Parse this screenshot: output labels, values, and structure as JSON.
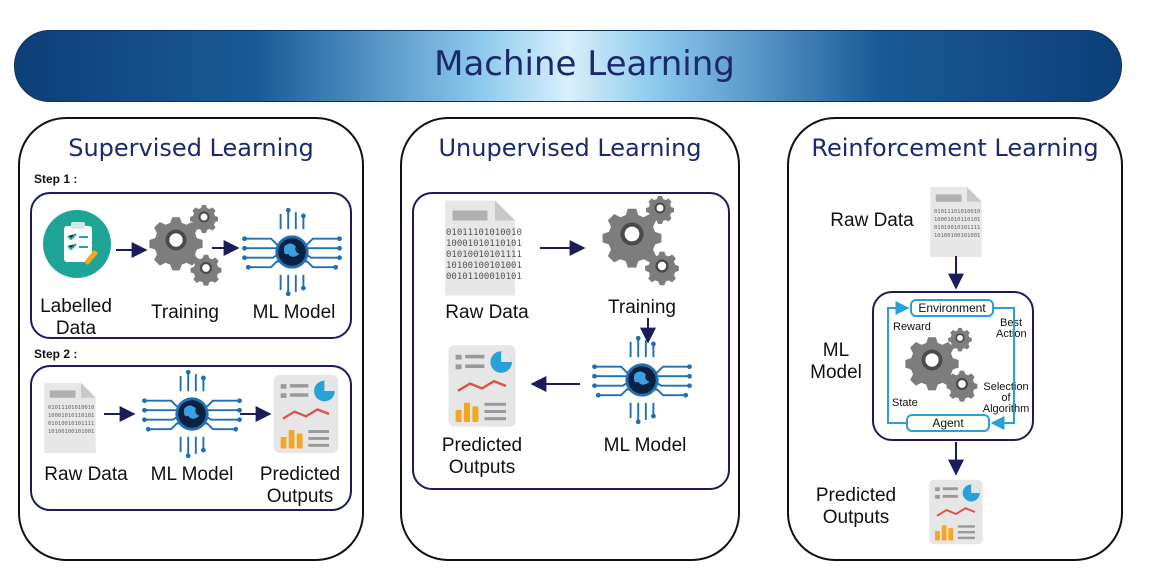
{
  "title": "Machine Learning",
  "supervised": {
    "title": "Supervised Learning",
    "step1_label": "Step 1 :",
    "step2_label": "Step 2 :",
    "step1": {
      "labelled": "Labelled Data",
      "training": "Training",
      "model": "ML Model"
    },
    "step2": {
      "raw": "Raw Data",
      "model": "ML Model",
      "predicted": "Predicted Outputs"
    }
  },
  "unsupervised": {
    "title": "Unupervised Learning",
    "raw": "Raw Data",
    "training": "Training",
    "model": "ML Model",
    "predicted": "Predicted Outputs"
  },
  "reinforcement": {
    "title": "Reinforcement Learning",
    "raw": "Raw Data",
    "ml_model": "ML Model",
    "environment": "Environment",
    "agent": "Agent",
    "reward": "Reward",
    "best_action": "Best Action",
    "state": "State",
    "selection": "Selection of Algorithm",
    "predicted": "Predicted Outputs"
  },
  "doc_lines": [
    "01011101010010",
    "10001010110101",
    "01010010101111",
    "10100100101001",
    "00101100010101"
  ],
  "colors": {
    "title": "#1b2a6b",
    "arrow": "#1c1c5a",
    "teal": "#1ea597",
    "gear": "#7d7d7d",
    "chip": "#1f6fb2",
    "orange": "#f5a623",
    "cyan": "#2aa0d8"
  }
}
